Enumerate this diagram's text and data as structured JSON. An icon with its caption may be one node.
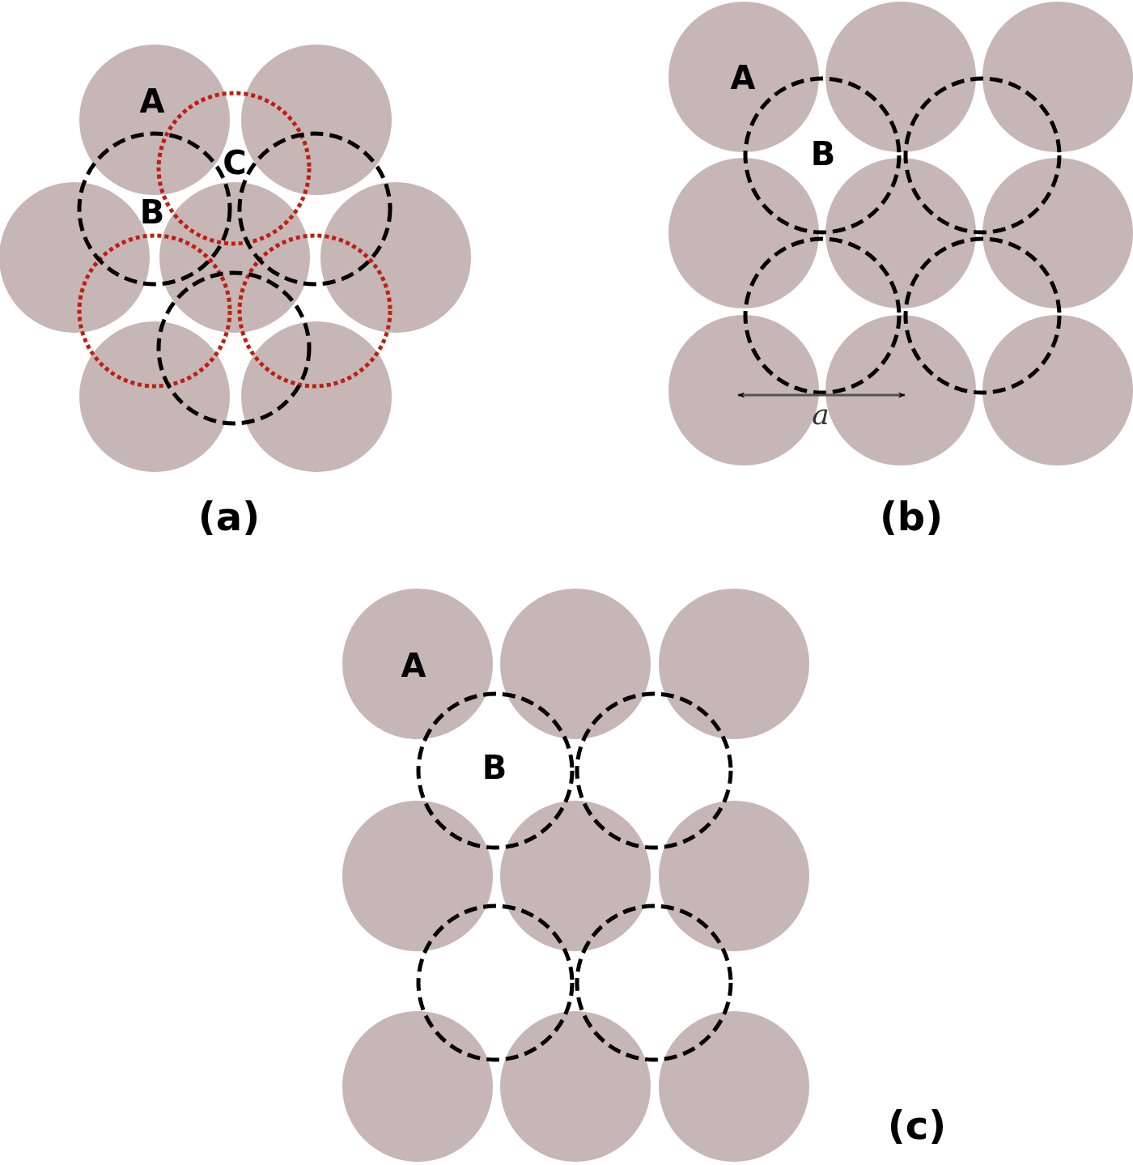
{
  "diagram": {
    "labels": [
      "A",
      "C",
      "B",
      "(a)",
      "A",
      "B",
      "a",
      "(b)",
      "A",
      "B",
      "(c)"
    ]
  }
}
